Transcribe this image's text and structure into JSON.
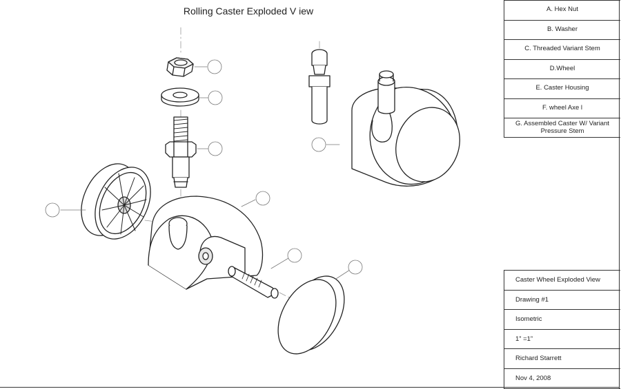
{
  "title": "Rolling Caster Exploded V iew",
  "parts_list": [
    "A. Hex Nut",
    "B. Washer",
    "C. Threaded Variant Stem",
    "D.Wheel",
    "E. Caster Housing",
    "F. wheel Axe l",
    "G. Assembled Caster W/ Variant Pressure Stem"
  ],
  "title_block": {
    "drawing_name": "Caster Wheel Exploded View",
    "drawing_number": "Drawing #1",
    "view_type": "Isometric",
    "scale": "1” =1”",
    "author": "Richard Starrett",
    "date": "Nov 4, 2008"
  }
}
